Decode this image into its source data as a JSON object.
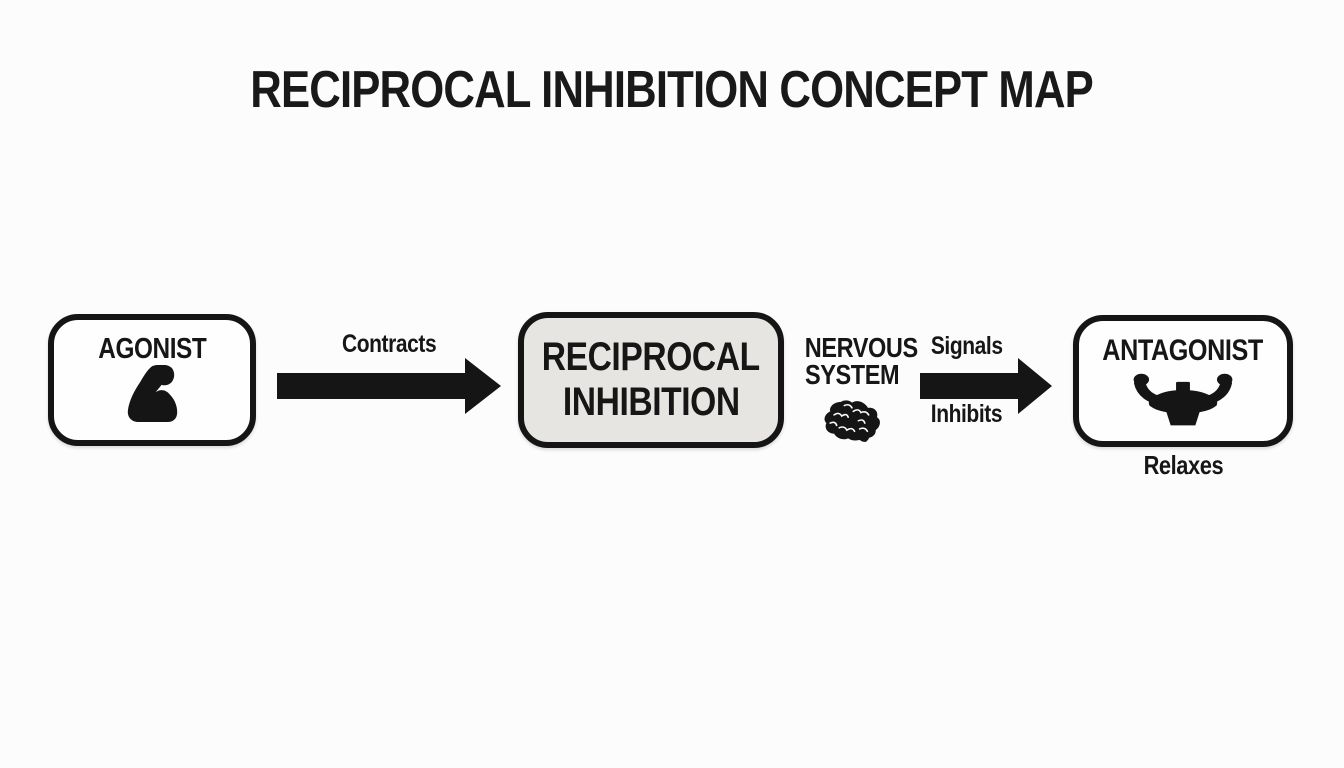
{
  "title": "RECIPROCAL INHIBITION CONCEPT MAP",
  "colors": {
    "background": "#fcfcfc",
    "ink": "#161616",
    "center_node_fill": "#e6e5e2",
    "side_node_fill": "#fefefe",
    "border": "#151515"
  },
  "nodes": {
    "agonist": {
      "label": "AGONIST",
      "icon": "flexed-bicep-icon"
    },
    "reciprocal_inhibition": {
      "line1": "RECIPROCAL",
      "line2": "INHIBITION"
    },
    "nervous_system": {
      "line1": "NERVOUS",
      "line2": "SYSTEM",
      "icon": "brain-icon"
    },
    "antagonist": {
      "label": "ANTAGONIST",
      "icon": "double-bicep-icon",
      "sublabel": "Relaxes"
    }
  },
  "arrows": {
    "contracts": {
      "label": "Contracts",
      "direction": "right"
    },
    "signals": {
      "label_above": "Signals",
      "label_below": "Inhibits",
      "direction": "right"
    }
  }
}
